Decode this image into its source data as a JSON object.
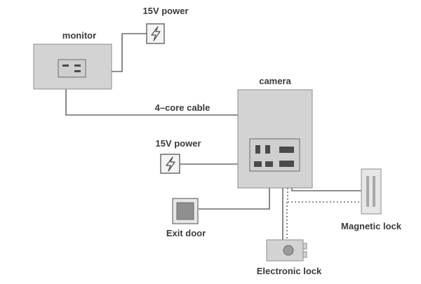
{
  "labels": {
    "monitor": "monitor",
    "camera": "camera",
    "power_top": "15V power",
    "power_mid": "15V power",
    "cable": "4–core cable",
    "exit_door": "Exit door",
    "magnetic_lock": "Magnetic lock",
    "electronic_lock": "Electronic lock"
  },
  "icons": {
    "power_top": "lightning-bolt-icon",
    "power_mid": "lightning-bolt-icon"
  },
  "colors": {
    "device_fill": "#d3d3d3",
    "device_stroke": "#8c8c8c",
    "terminal": "#4a4a4a",
    "wire": "#6b6b6b",
    "label": "#3a3a3a"
  }
}
